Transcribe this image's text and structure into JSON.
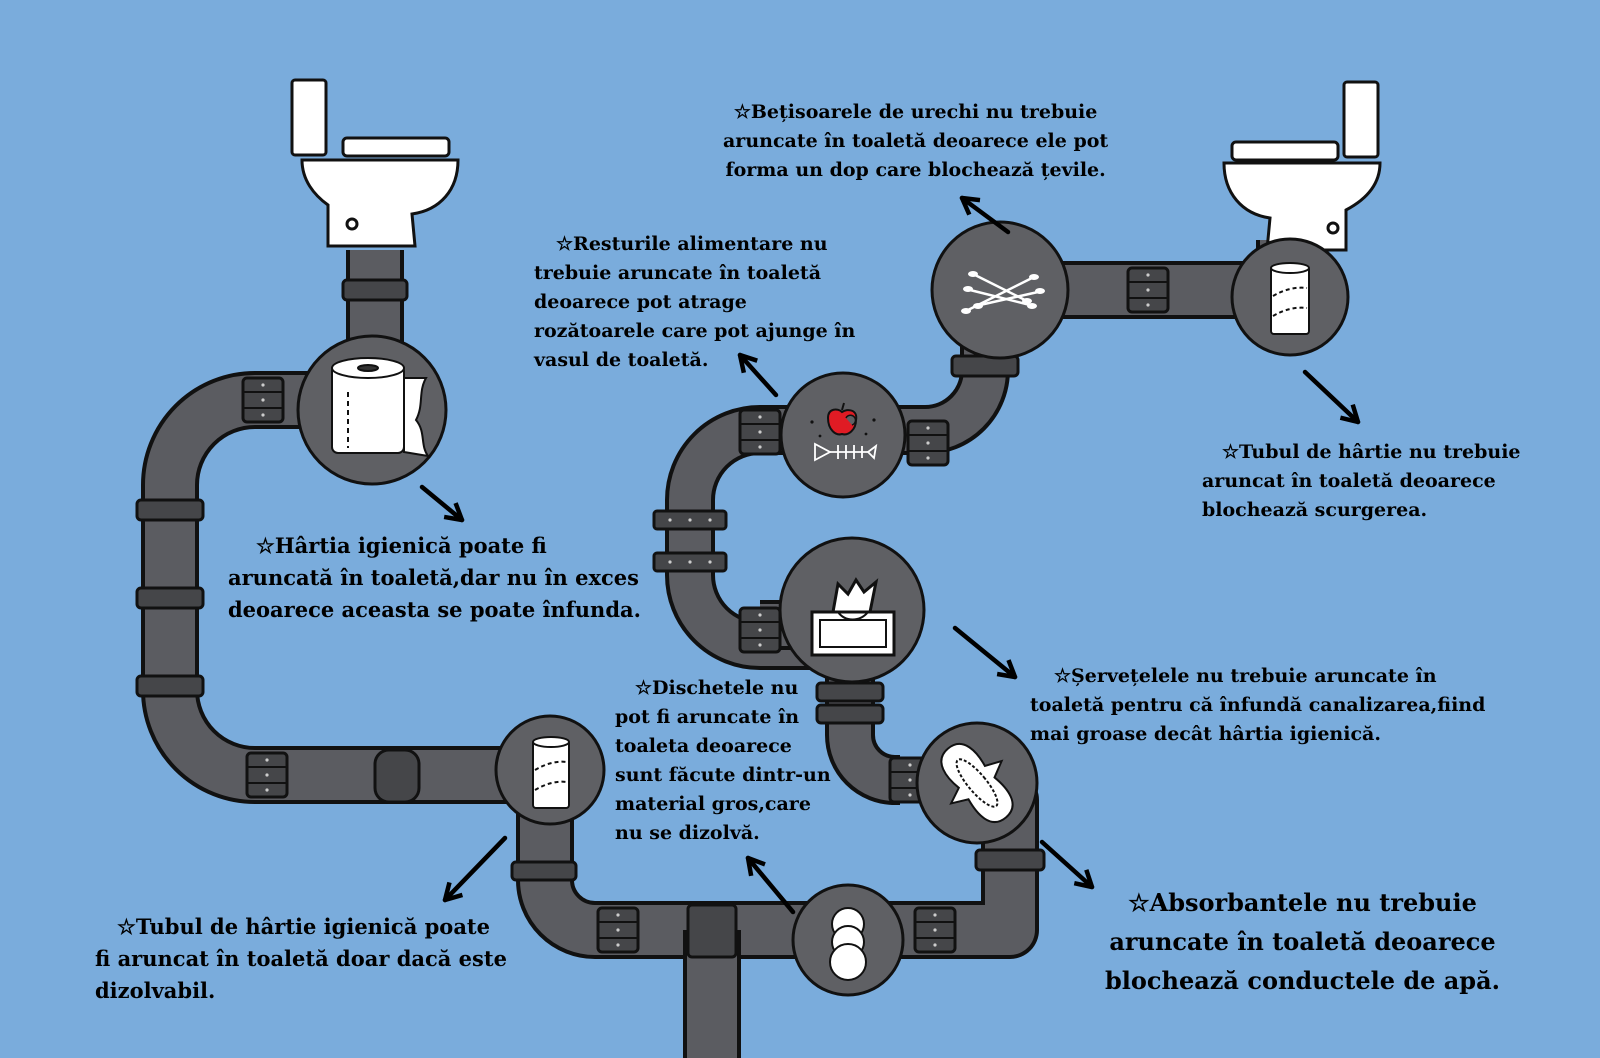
{
  "colors": {
    "background": "#7aacdc",
    "pipe": "#5b5c61",
    "pipe_dark": "#3a3b3f",
    "outline": "#111111",
    "medallion": "#5f6064",
    "fixture": "#ffffff",
    "accent_red": "#e01b24"
  },
  "icons": [
    "left-toilet-icon",
    "right-toilet-icon",
    "toilet-paper-roll-icon",
    "cotton-swabs-icon",
    "paper-tube-icon",
    "food-scraps-icon",
    "tissue-box-icon",
    "sanitary-pad-icon",
    "cotton-pads-icon"
  ],
  "notes": {
    "toilet_paper": [
      "☆Hârtia igienică poate fi",
      "aruncată în toaletă,dar nu în exces",
      "deoarece aceasta se poate înfunda."
    ],
    "paper_tube_dissolvable": [
      "☆Tubul de hârtie igienică poate",
      "fi aruncat în toaletă doar dacă este",
      "dizolvabil."
    ],
    "cotton_swabs": [
      "☆Bețisoarele de urechi nu trebuie",
      "aruncate în toaletă deoarece ele pot",
      "forma un dop care blochează țevile."
    ],
    "food_scraps": [
      "☆Resturile alimentare nu",
      "trebuie aruncate în toaletă",
      "deoarece pot atrage",
      "rozătoarele care pot ajunge în",
      "vasul de toaletă."
    ],
    "paper_tube": [
      "☆Tubul de hârtie nu trebuie",
      "aruncat în toaletă deoarece",
      "blochează scurgerea."
    ],
    "wipes": [
      "☆Șervețelele nu trebuie aruncate în",
      "toaletă pentru că înfundă canalizarea,fiind",
      "mai groase decât hârtia igienică."
    ],
    "cotton_pads": [
      "☆Dischetele nu",
      "pot fi aruncate în",
      "toaleta deoarece",
      "sunt făcute dintr-un",
      "material gros,care",
      "nu se dizolvă."
    ],
    "pads": [
      "☆Absorbantele nu trebuie",
      "aruncate în toaletă deoarece",
      "blochează conductele de apă."
    ]
  }
}
